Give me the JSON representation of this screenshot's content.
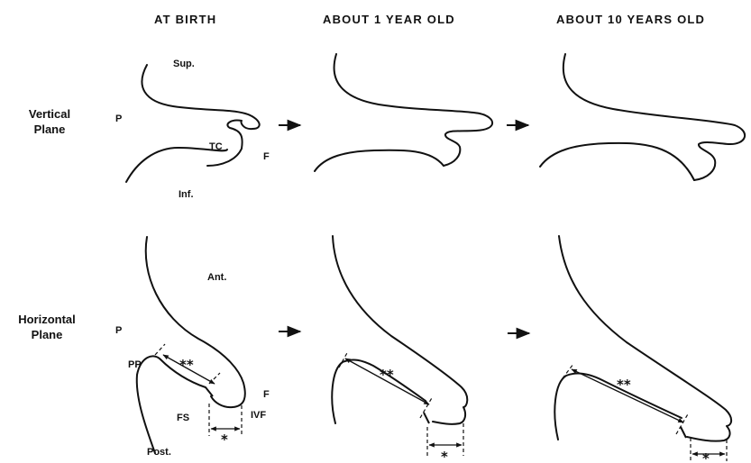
{
  "columns": [
    "AT BIRTH",
    "ABOUT 1 YEAR OLD",
    "ABOUT 10 YEARS OLD"
  ],
  "rows": {
    "vertical": [
      "Vertical",
      "Plane"
    ],
    "horizontal": [
      "Horizontal",
      "Plane"
    ]
  },
  "labels": {
    "p_vertical": "P",
    "sup": "Sup.",
    "tc": "TC",
    "f_vertical": "F",
    "inf": "Inf.",
    "p_horizontal": "P",
    "ant": "Ant.",
    "pp": "PP",
    "fs": "FS",
    "ivf": "IVF",
    "f_horizontal": "F",
    "post": "Post."
  },
  "markers": {
    "double_star": "**",
    "single_star": "*"
  }
}
